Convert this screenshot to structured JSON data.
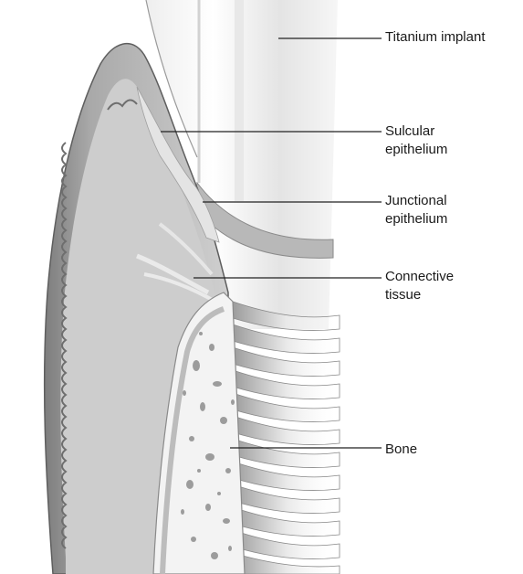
{
  "labels": {
    "titanium_implant": "Titanium implant",
    "sulcular": [
      "Sulcular",
      "epithelium"
    ],
    "junctional": [
      "Junctional",
      "epithelium"
    ],
    "connective": [
      "Connective",
      "tissue"
    ],
    "bone": "Bone"
  },
  "colors": {
    "implant_light": "#f4f4f4",
    "implant_mid": "#dcdcdc",
    "gingiva_outer": "#8e8e8e",
    "gingiva_inner": "#c4c4c4",
    "epithelium": "#e2e2e2",
    "bone_fill": "#f2f2f2",
    "bone_holes": "#9a9a9a",
    "thread": "#bdbdbd",
    "leader_line": "#222222"
  }
}
